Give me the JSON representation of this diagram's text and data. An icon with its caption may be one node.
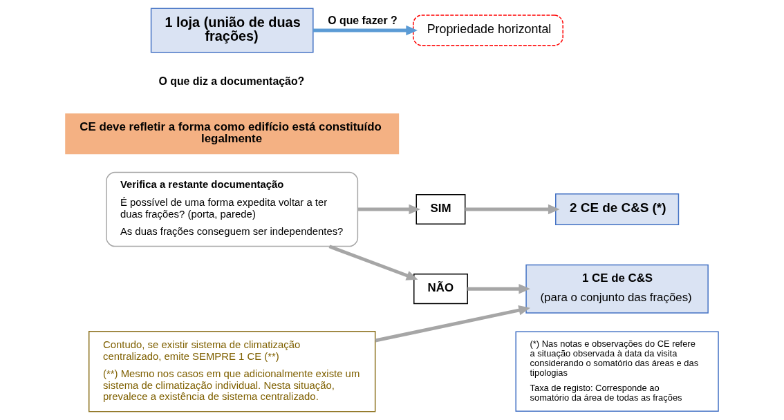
{
  "diagram": {
    "nodes": [
      {
        "text": [
          "1 loja (união de duas frações)"
        ]
      },
      {
        "text": [
          "Propriedade horizontal"
        ]
      },
      {
        "text": [
          "CE deve refletir a forma como edifício está constituído legalmente"
        ]
      },
      {
        "text": [
          "Verifica a restante documentação",
          "É possível de uma forma expedita voltar a ter duas frações? (porta, parede)",
          "As duas frações conseguem ser independentes?"
        ]
      },
      {
        "text": [
          "SIM"
        ]
      },
      {
        "text": [
          "NÃO"
        ]
      },
      {
        "text": [
          "2 CE de C&S (*)"
        ]
      },
      {
        "text": [
          "1 CE de C&S",
          "(para o conjunto das frações)"
        ]
      },
      {
        "text": [
          "(*) Nas notas e observações do CE refere a situação observada à data da visita considerando o somatório das áreas e das tipologias",
          "Taxa de registo: Corresponde ao somatório da área de todas as frações"
        ]
      },
      {
        "text": [
          "Contudo, se existir sistema de climatização centralizado, emite SEMPRE 1 CE (**)",
          "(**) Mesmo nos casos em que adicionalmente existe um sistema de climatização individual. Nesta situação, prevalece a existência de sistema centralizado."
        ]
      }
    ],
    "edges": [
      {
        "from": 0,
        "to": 1,
        "arrow": "to",
        "label": "O que fazer ?",
        "color": "#5b9bd5"
      },
      {
        "from": 3,
        "to": 4,
        "arrow": "to"
      },
      {
        "from": 3,
        "to": 5,
        "arrow": "to"
      },
      {
        "from": 4,
        "to": 6,
        "arrow": "to"
      },
      {
        "from": 5,
        "to": 7,
        "arrow": "to"
      },
      {
        "from": 9,
        "to": 7,
        "arrow": "to"
      }
    ],
    "labels": [
      "O que diz a documentação?"
    ]
  }
}
